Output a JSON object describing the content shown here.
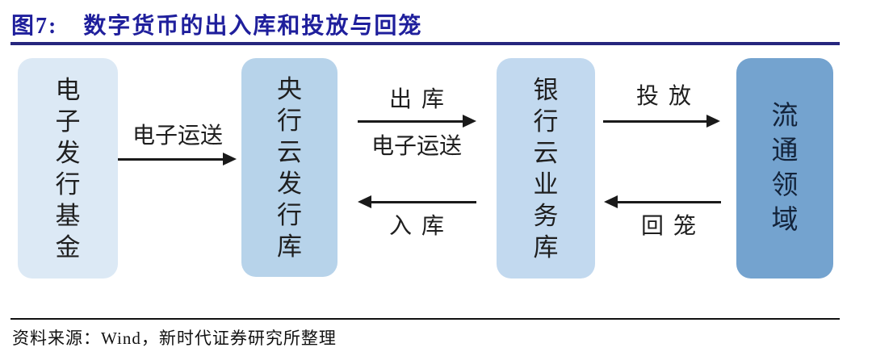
{
  "figure": {
    "label": "图7:",
    "title": "数字货币的出入库和投放与回笼"
  },
  "diagram": {
    "nodes": [
      {
        "label": "电子发行基金",
        "fill": "#dce9f5",
        "text_color": "#1f1f1f"
      },
      {
        "label": "央行云发行库",
        "fill": "#b7d3ea",
        "text_color": "#1f1f1f"
      },
      {
        "label": "银行云业务库",
        "fill": "#c2d9ef",
        "text_color": "#1f1f1f"
      },
      {
        "label": "流通领域",
        "fill": "#74a3cf",
        "text_color": "#13233a"
      }
    ],
    "arrows": [
      {
        "direction": "right",
        "label_above": "电子运送",
        "label_below": ""
      },
      {
        "direction": "right",
        "label_above": "出库",
        "label_below": "电子运送"
      },
      {
        "direction": "left",
        "label_above": "",
        "label_below": "入库"
      },
      {
        "direction": "right",
        "label_above": "投放",
        "label_below": ""
      },
      {
        "direction": "left",
        "label_above": "",
        "label_below": "回笼"
      }
    ]
  },
  "footer": {
    "source": "资料来源：Wind，新时代证券研究所整理"
  },
  "colors": {
    "title": "#1f1f9c",
    "title_rule": "#26267e",
    "arrow": "#1a1a1a",
    "footer_rule": "#111111",
    "footer_text": "#111111"
  }
}
